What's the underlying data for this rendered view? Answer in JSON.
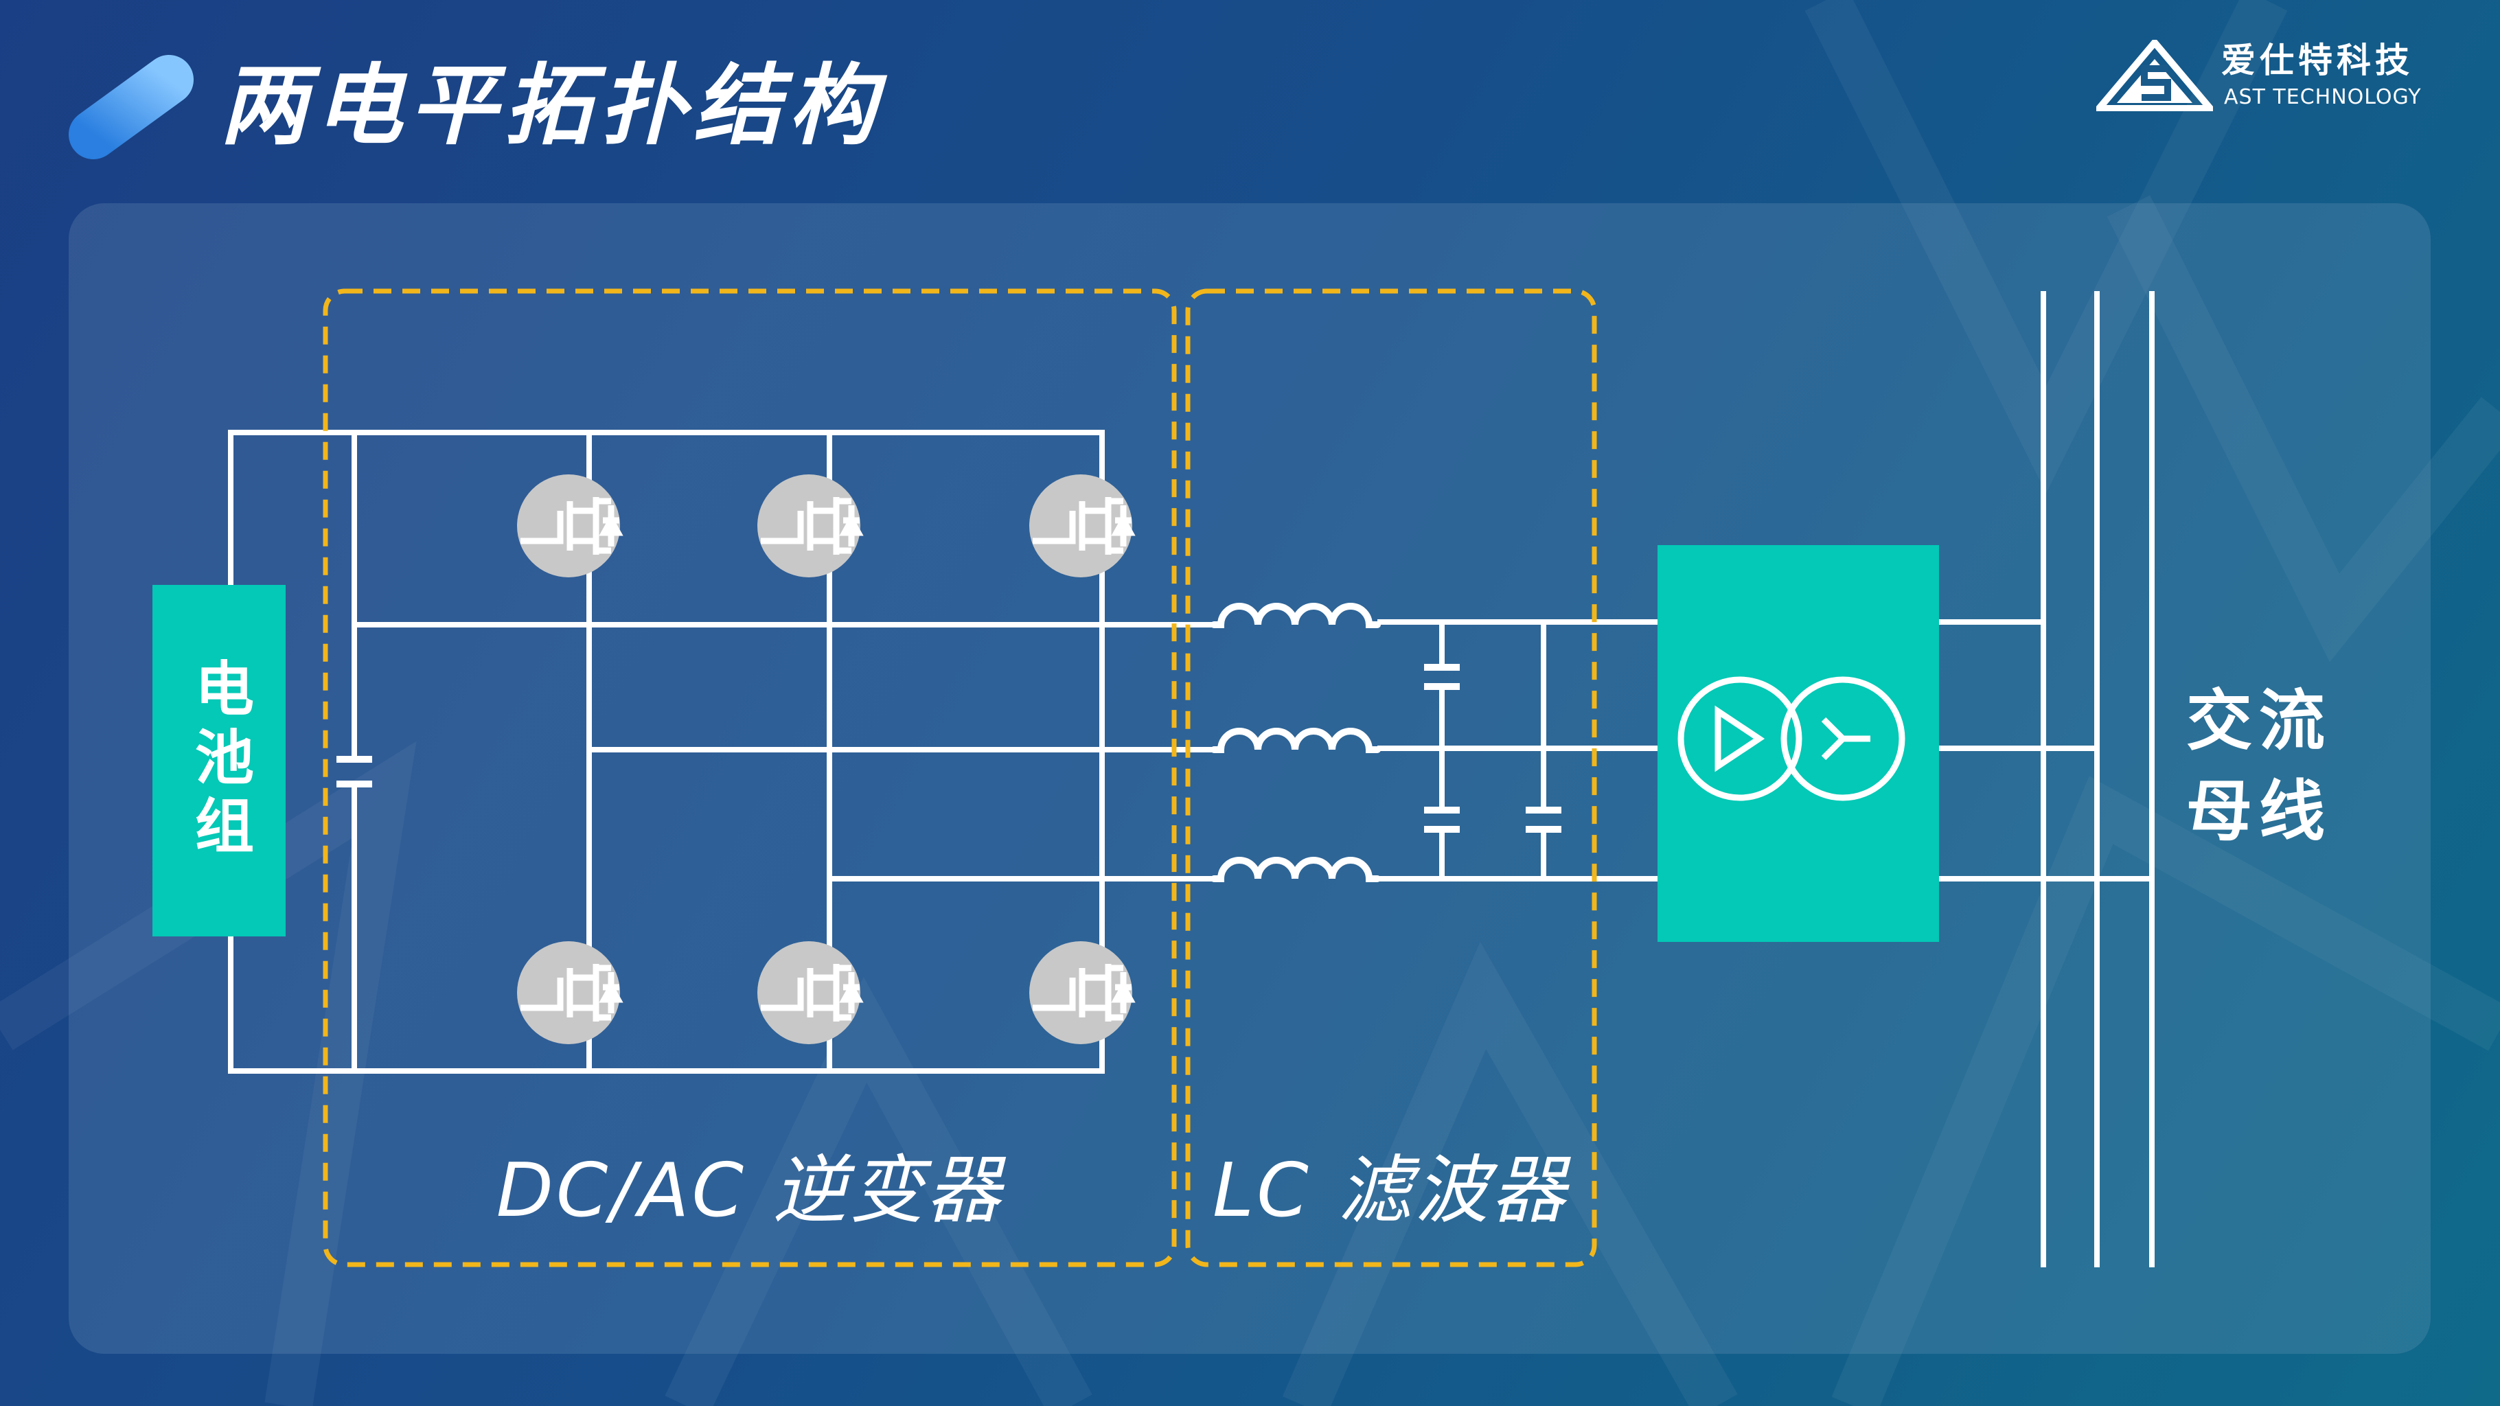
{
  "title": "两电平拓扑结构",
  "brand": {
    "name_cn": "爱仕特科技",
    "name_en": "AST TECHNOLOGY"
  },
  "diagram": {
    "battery_label": "电池组",
    "inverter_label": "DC/AC 逆变器",
    "filter_label": "LC 滤波器",
    "bus_label": "交流母线",
    "switch_count": 6,
    "inductor_count": 3,
    "phase_count": 3
  },
  "colors": {
    "accent_teal": "#03c9b6",
    "dashed_box": "#f2b61b",
    "wire": "#ffffff",
    "switch_circle": "#c8c8c8"
  },
  "icons": {
    "title_logo": "slanted-capsule-logo-icon",
    "brand_logo": "ast-triangle-logo-icon",
    "switch": "mosfet-switch-icon",
    "transformer": "delta-wye-transformer-icon"
  }
}
